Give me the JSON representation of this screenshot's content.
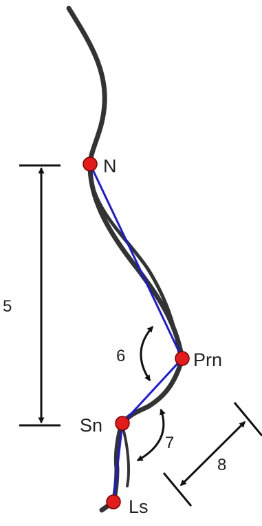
{
  "points": {
    "n": "N",
    "prn": "Prn",
    "sn": "Sn",
    "ls": "Ls"
  },
  "measures": {
    "m5": "5",
    "m6": "6",
    "m7": "7",
    "m8": "8"
  },
  "colors": {
    "profile": "#333333",
    "connector": "#1a1adc",
    "landmark": "#e31b1b",
    "measure": "#111111"
  }
}
